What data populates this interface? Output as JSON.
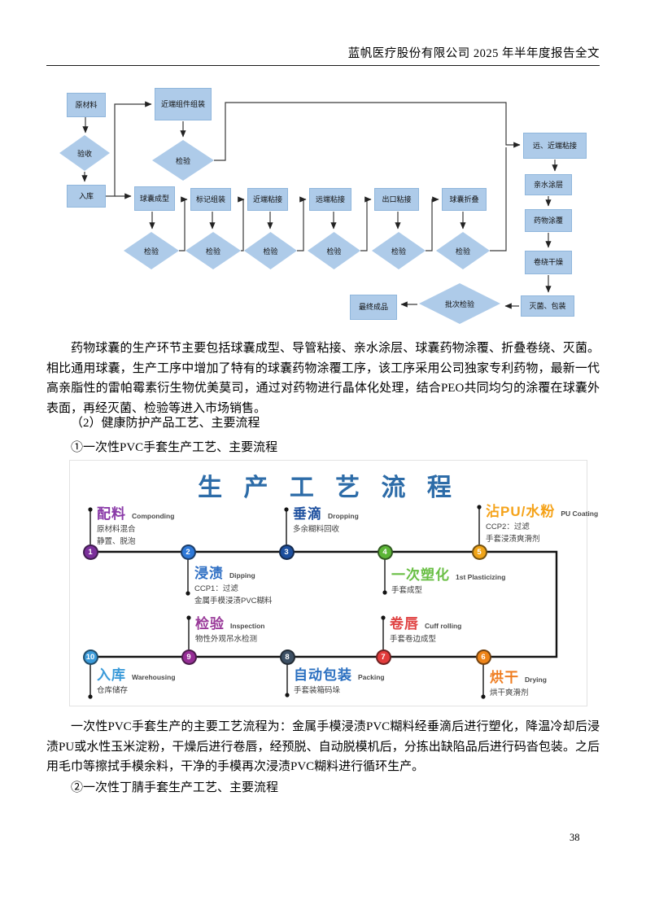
{
  "header": {
    "title": "蓝帆医疗股份有限公司 2025 年半年度报告全文"
  },
  "balloon_flowchart": {
    "box_fill": "#aecbe9",
    "nodes": {
      "raw_material": "原材料",
      "acceptance": "验收",
      "warehouse_in": "入库",
      "proximal_assembly": "近端组件组装",
      "inspection": "检验",
      "balloon_molding": "球囊成型",
      "marker_assembly": "标记组装",
      "proximal_bonding": "近端粘接",
      "distal_bonding": "远端粘接",
      "outlet_bonding": "出口粘接",
      "balloon_folding": "球囊折叠",
      "distal_proximal_bonding": "远、近端粘接",
      "hydrophilic_coating": "亲水涂层",
      "drug_coating": "药物涂覆",
      "winding_drying": "卷绕干燥",
      "sterilization_packaging": "灭菌、包装",
      "batch_inspection": "批次检验",
      "final_product": "最终成品"
    }
  },
  "body": {
    "paragraph_drug_balloon": "药物球囊的生产环节主要包括球囊成型、导管粘接、亲水涂层、球囊药物涂覆、折叠卷绕、灭菌。相比通用球囊，生产工序中增加了特有的球囊药物涂覆工序，该工序采用公司独家专利药物，最新一代高亲脂性的雷帕霉素衍生物优美莫司，通过对药物进行晶体化处理，结合PEO共同均匀的涂覆在球囊外表面，再经灭菌、检验等进入市场销售。",
    "heading_health_products": "（2）健康防护产品工艺、主要流程",
    "heading_pvc_gloves": "①一次性PVC手套生产工艺、主要流程",
    "paragraph_pvc_gloves": "一次性PVC手套生产的主要工艺流程为：金属手模浸渍PVC糊料经垂滴后进行塑化，降温冷却后浸渍PU或水性玉米淀粉，干燥后进行卷唇，经预脱、自动脱模机后，分拣出缺陷品后进行码沓包装。之后用毛巾等擦拭手模余料，干净的手模再次浸渍PVC糊料进行循环生产。",
    "heading_nbr_gloves": "②一次性丁腈手套生产工艺、主要流程"
  },
  "process_diagram": {
    "title": "生 产 工 艺 流 程",
    "title_color": "#2d6ca8",
    "steps": [
      {
        "num": "1",
        "name": "配料",
        "en": "Componding",
        "color": "#8a3aa8",
        "node_color": "#7b2f9b",
        "sub": [
          "原材料混合",
          "静置、脱泡"
        ]
      },
      {
        "num": "2",
        "name": "浸渍",
        "en": "Dipping",
        "color": "#2f6fc4",
        "node_color": "#2e79d9",
        "sub": [
          "CCP1：过滤",
          "金属手模浸渍PVC糊料"
        ]
      },
      {
        "num": "3",
        "name": "垂滴",
        "en": "Dropping",
        "color": "#1d4f9e",
        "node_color": "#1d4f9e",
        "sub": [
          "多余糊料回收"
        ]
      },
      {
        "num": "4",
        "name": "一次塑化",
        "en": "1st Plasticizing",
        "color": "#6abf45",
        "node_color": "#5cb637",
        "sub": [
          "手套成型"
        ]
      },
      {
        "num": "5",
        "name": "沾PU/水粉",
        "en": "PU Coating",
        "color": "#f5a31a",
        "node_color": "#f0a418",
        "sub": [
          "CCP2：过滤",
          "手套浸渍爽滑剂"
        ]
      },
      {
        "num": "6",
        "name": "烘干",
        "en": "Drying",
        "color": "#ef7d21",
        "node_color": "#ee8418",
        "sub": [
          "烘干爽滑剂"
        ]
      },
      {
        "num": "7",
        "name": "卷唇",
        "en": "Cuff rolling",
        "color": "#e04545",
        "node_color": "#e23b3b",
        "sub": [
          "手套卷边成型"
        ]
      },
      {
        "num": "8",
        "name": "自动包装",
        "en": "Packing",
        "color": "#2a6fc0",
        "node_color": "#3d5064",
        "sub": [
          "手套装箱码垛"
        ]
      },
      {
        "num": "9",
        "name": "检验",
        "en": "Inspection",
        "color": "#993a99",
        "node_color": "#962e96",
        "sub": [
          "物性外观吊水检测"
        ]
      },
      {
        "num": "10",
        "name": "入库",
        "en": "Warehousing",
        "color": "#3a9ad9",
        "node_color": "#3a9ad9",
        "sub": [
          "仓库储存"
        ]
      }
    ]
  },
  "footer": {
    "page_number": "38"
  }
}
